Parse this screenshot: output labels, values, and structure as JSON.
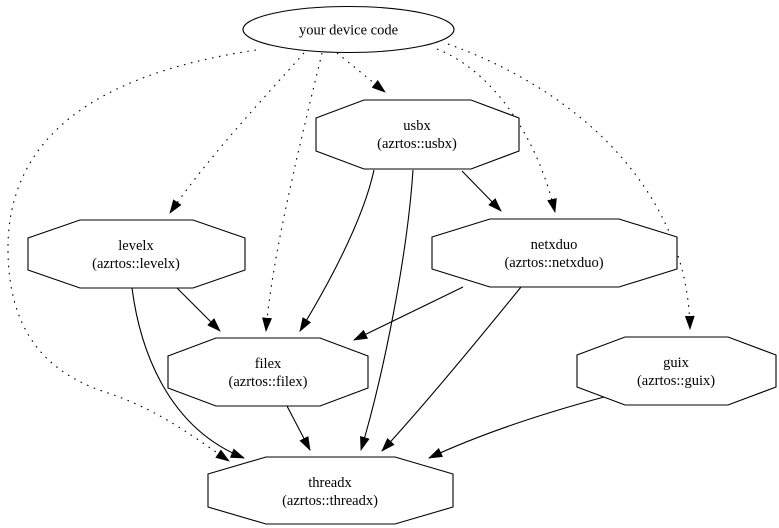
{
  "diagram": {
    "background_color": "#ffffff",
    "line_color": "#000000",
    "node_fill_color": "#ffffff",
    "nodes": {
      "device_code": {
        "label": "your device code",
        "shape": "ellipse"
      },
      "usbx": {
        "label": "usbx",
        "sublabel": "(azrtos::usbx)",
        "shape": "octagon"
      },
      "levelx": {
        "label": "levelx",
        "sublabel": "(azrtos::levelx)",
        "shape": "octagon"
      },
      "netxduo": {
        "label": "netxduo",
        "sublabel": "(azrtos::netxduo)",
        "shape": "octagon"
      },
      "filex": {
        "label": "filex",
        "sublabel": "(azrtos::filex)",
        "shape": "octagon"
      },
      "guix": {
        "label": "guix",
        "sublabel": "(azrtos::guix)",
        "shape": "octagon"
      },
      "threadx": {
        "label": "threadx",
        "sublabel": "(azrtos::threadx)",
        "shape": "octagon"
      }
    },
    "edges": [
      {
        "from": "your device code",
        "to": "usbx",
        "style": "dotted"
      },
      {
        "from": "your device code",
        "to": "levelx",
        "style": "dotted"
      },
      {
        "from": "your device code",
        "to": "netxduo",
        "style": "dotted"
      },
      {
        "from": "your device code",
        "to": "filex",
        "style": "dotted"
      },
      {
        "from": "your device code",
        "to": "guix",
        "style": "dotted"
      },
      {
        "from": "your device code",
        "to": "threadx",
        "style": "dotted"
      },
      {
        "from": "usbx",
        "to": "netxduo",
        "style": "solid"
      },
      {
        "from": "usbx",
        "to": "filex",
        "style": "solid"
      },
      {
        "from": "usbx",
        "to": "threadx",
        "style": "solid"
      },
      {
        "from": "levelx",
        "to": "filex",
        "style": "solid"
      },
      {
        "from": "levelx",
        "to": "threadx",
        "style": "solid"
      },
      {
        "from": "netxduo",
        "to": "filex",
        "style": "solid"
      },
      {
        "from": "netxduo",
        "to": "threadx",
        "style": "solid"
      },
      {
        "from": "filex",
        "to": "threadx",
        "style": "solid"
      },
      {
        "from": "guix",
        "to": "threadx",
        "style": "solid"
      }
    ]
  }
}
